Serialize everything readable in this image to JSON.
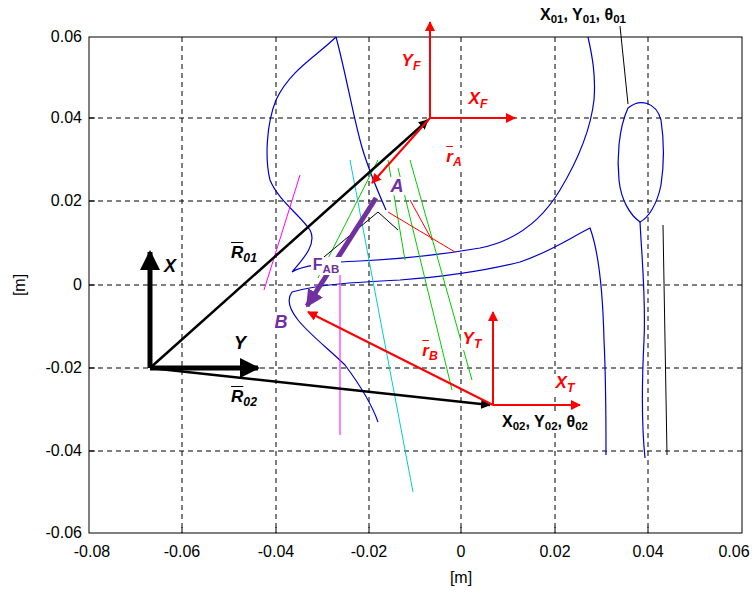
{
  "diagram": {
    "labels": [
      "0.06",
      "0.04",
      "0.02",
      "0",
      "-0.02",
      "-0.04",
      "-0.06",
      "-0.08",
      "-0.06",
      "-0.04",
      "-0.02",
      "0",
      "0.02",
      "0.04",
      "0.06",
      "[m]",
      "[m]",
      "X",
      "01",
      ", Y",
      "01",
      ", θ",
      "01",
      "Y",
      "F",
      "X",
      "F",
      "r",
      "A",
      "A",
      "F",
      "AB",
      "X",
      "Y",
      "R",
      "01",
      "B",
      "r",
      "B",
      "Y",
      "T",
      "X",
      "T",
      "R",
      "02",
      "X",
      "02",
      ", Y",
      "02",
      ", θ",
      "02"
    ]
  }
}
